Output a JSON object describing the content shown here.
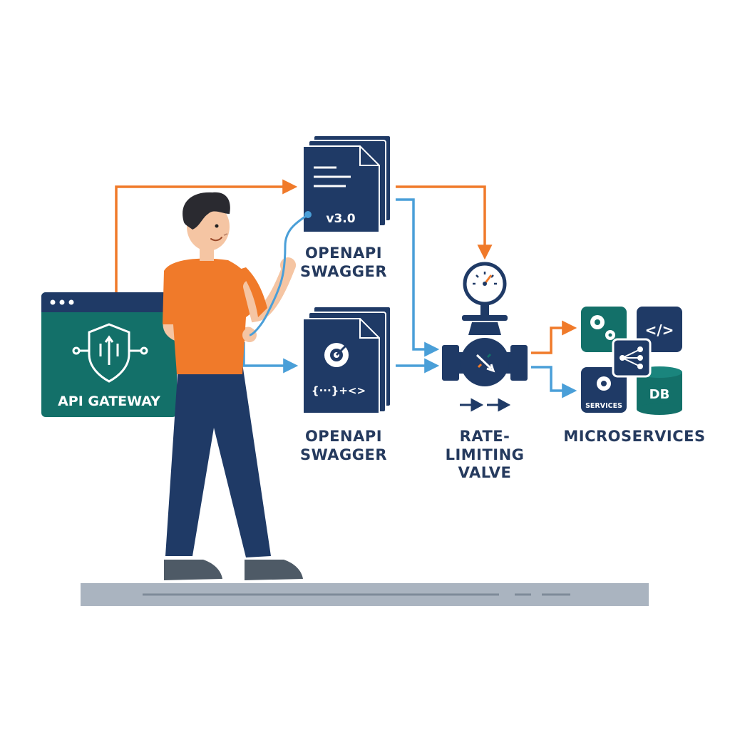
{
  "gateway": {
    "label": "API GATEWAY"
  },
  "spec_top": {
    "version": "v3.0",
    "label_line1": "OPENAPI",
    "label_line2": "SWAGGER"
  },
  "spec_bottom": {
    "code_text": "{···}+<>",
    "label_line1": "OPENAPI",
    "label_line2": "SWAGGER"
  },
  "valve": {
    "label_line1": "RATE-LIMITING",
    "label_line2": "VALVE"
  },
  "microservices": {
    "label": "MICROSERVICES",
    "services_tile": "SERVICES",
    "db_tile": "DB",
    "code_tile": "</>"
  },
  "colors": {
    "navy": "#1f3a66",
    "teal": "#137069",
    "orange": "#f07a2a",
    "blue_arrow": "#4a9fd8",
    "floor": "#aab4c0"
  }
}
